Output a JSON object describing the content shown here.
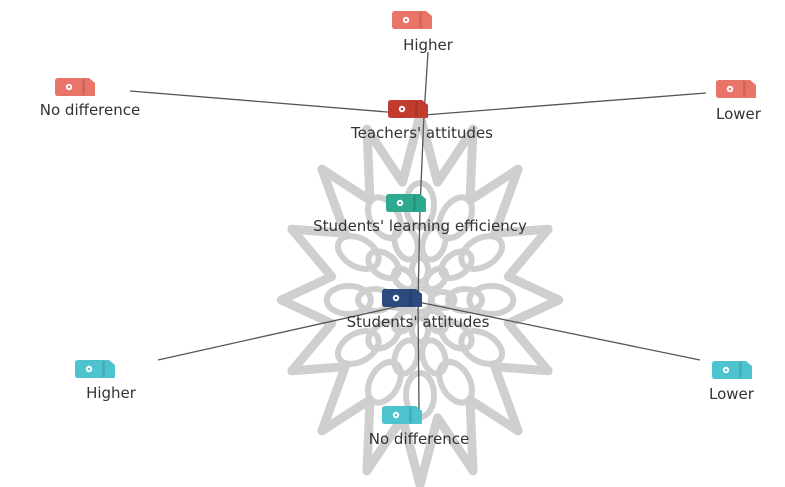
{
  "colors": {
    "red_light": "#e97468",
    "red_dark": "#c23b2f",
    "green": "#2ea98f",
    "navy": "#2c4a7e",
    "teal": "#4cc3ce",
    "edge": "#555555",
    "watermark": "#cfcfcf"
  },
  "nodes": [
    {
      "id": "teachers-higher",
      "label": "Higher",
      "color": "red_light",
      "icon": "tag-icon"
    },
    {
      "id": "teachers-no-difference",
      "label": "No difference",
      "color": "red_light",
      "icon": "tag-icon"
    },
    {
      "id": "teachers-lower",
      "label": "Lower",
      "color": "red_light",
      "icon": "tag-icon"
    },
    {
      "id": "teachers-attitudes",
      "label": "Teachers' attitudes",
      "color": "red_dark",
      "icon": "tag-icon"
    },
    {
      "id": "students-learning-efficiency",
      "label": "Students' learning efficiency",
      "color": "green",
      "icon": "tag-icon"
    },
    {
      "id": "students-attitudes",
      "label": "Students' attitudes",
      "color": "navy",
      "icon": "tag-icon"
    },
    {
      "id": "students-higher",
      "label": "Higher",
      "color": "teal",
      "icon": "tag-icon"
    },
    {
      "id": "students-lower",
      "label": "Lower",
      "color": "teal",
      "icon": "tag-icon"
    },
    {
      "id": "students-no-difference",
      "label": "No difference",
      "color": "teal",
      "icon": "tag-icon"
    }
  ],
  "edges": [
    [
      "teachers-attitudes",
      "teachers-higher"
    ],
    [
      "teachers-attitudes",
      "teachers-no-difference"
    ],
    [
      "teachers-attitudes",
      "teachers-lower"
    ],
    [
      "teachers-attitudes",
      "students-learning-efficiency"
    ],
    [
      "students-learning-efficiency",
      "students-attitudes"
    ],
    [
      "students-attitudes",
      "students-higher"
    ],
    [
      "students-attitudes",
      "students-lower"
    ],
    [
      "students-attitudes",
      "students-no-difference"
    ]
  ]
}
